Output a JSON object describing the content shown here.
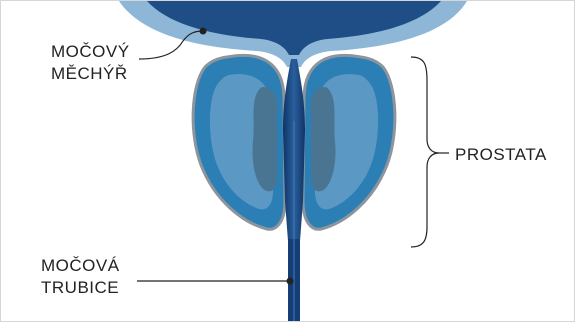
{
  "labels": {
    "bladder_line1": "MOČOVÝ",
    "bladder_line2": "MĚCHÝŘ",
    "prostate": "PROSTATA",
    "urethra_line1": "MOČOVÁ",
    "urethra_line2": "TRUBICE"
  },
  "colors": {
    "bladder_outer": "#8eb6d6",
    "bladder_inner": "#1f4e86",
    "prostate_outline": "#8c959c",
    "prostate_fill": "#2c7fb5",
    "prostate_inner": "#5b99c4",
    "prostate_core": "#4a7592",
    "urethra": "#143e75",
    "leader": "#222222"
  }
}
